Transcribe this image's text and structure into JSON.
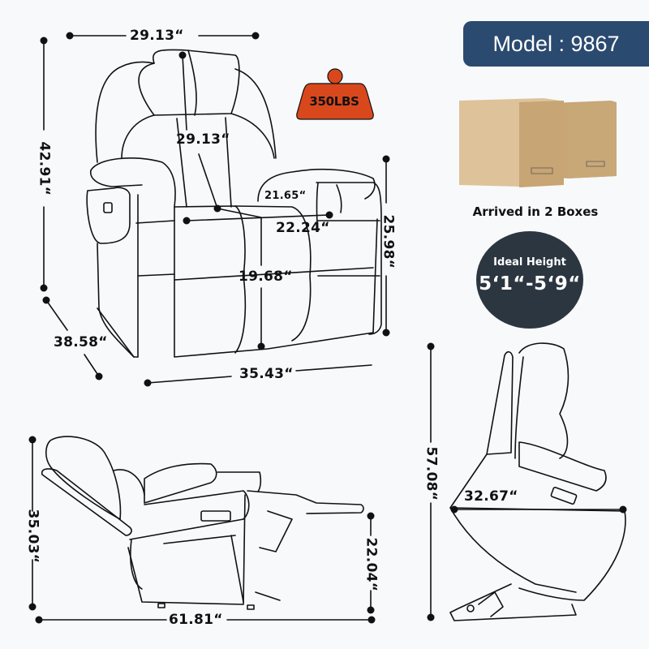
{
  "model_badge": {
    "text": "Model : 9867",
    "color": "#2b4a6f"
  },
  "weight_capacity": {
    "label": "350LBS",
    "color": "#d9481c"
  },
  "shipping": {
    "caption": "Arrived in 2 Boxes",
    "box_color": "#d6b98c"
  },
  "ideal_height": {
    "title": "Ideal Height",
    "range": "5‘1“-5‘9“",
    "color": "#2c3640"
  },
  "front_view": {
    "overall_width": "29.13“",
    "overall_height": "42.91“",
    "back_height": "29.13“",
    "seat_depth": "21.65“",
    "seat_width": "22.24“",
    "arm_height": "25.98“",
    "seat_height": "19.68“",
    "depth": "38.58“",
    "base_width": "35.43“"
  },
  "reclined_view": {
    "height": "35.03“",
    "footrest_height": "22.04“",
    "length": "61.81“"
  },
  "lift_view": {
    "height": "57.08“",
    "seat_span": "32.67“"
  }
}
